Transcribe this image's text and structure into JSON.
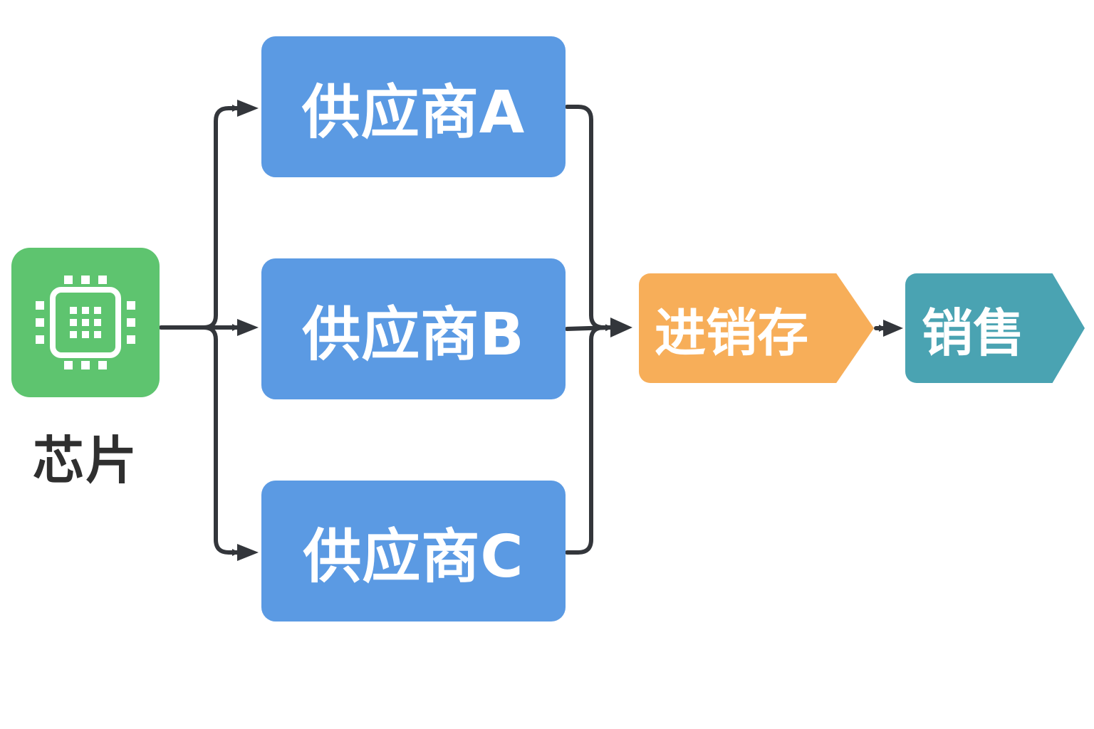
{
  "source": {
    "label": "芯片",
    "icon": "cpu-chip-icon",
    "color": "#5ec46f"
  },
  "suppliers": [
    {
      "label": "供应商A"
    },
    {
      "label": "供应商B"
    },
    {
      "label": "供应商C"
    }
  ],
  "supplier_color": "#5b9ae3",
  "stages": {
    "inventory": {
      "label": "进销存",
      "color": "#f7ae59"
    },
    "sales": {
      "label": "销售",
      "color": "#4aa3b2"
    }
  },
  "connector_color": "#33363b"
}
